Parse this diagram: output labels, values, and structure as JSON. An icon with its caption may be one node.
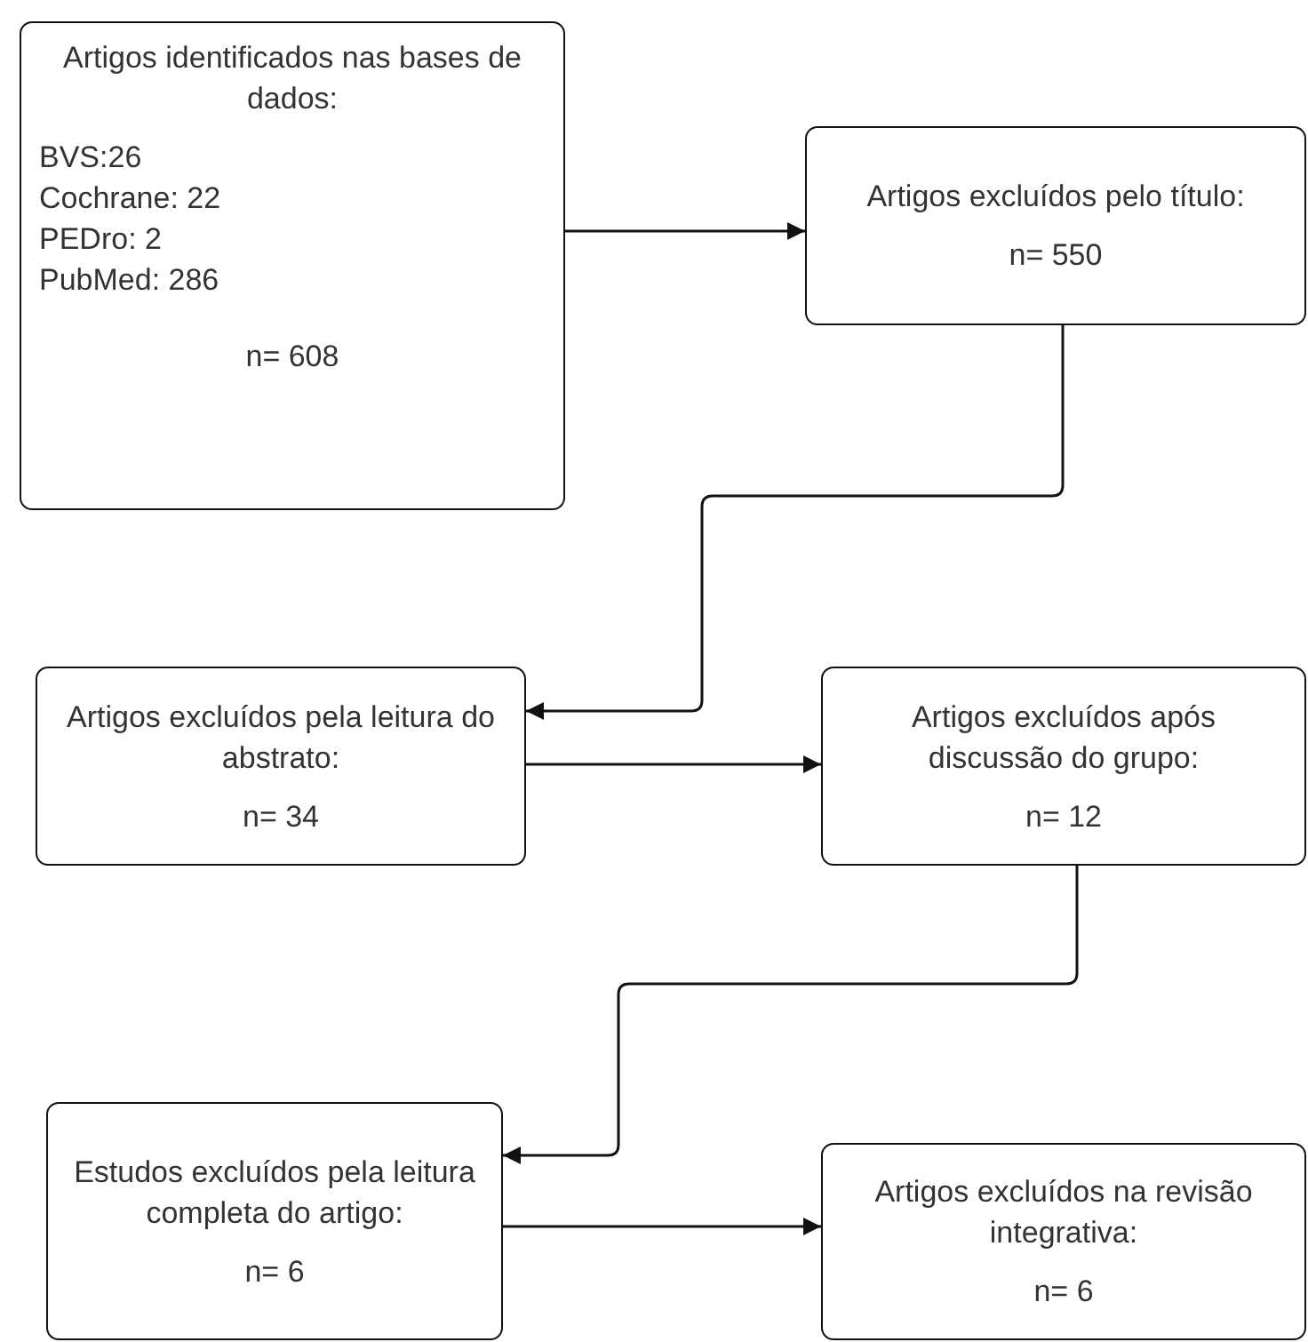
{
  "diagram": {
    "nodes": [
      {
        "text": [
          "Artigos identificados nas bases de dados:",
          "BVS:26",
          "Cochrane: 22",
          "PEDro: 2",
          "PubMed: 286",
          "n= 608"
        ]
      },
      {
        "text": [
          "Artigos excluídos pelo título:",
          "n= 550"
        ]
      },
      {
        "text": [
          "Artigos excluídos pela leitura do abstrato:",
          "n= 34"
        ]
      },
      {
        "text": [
          "Artigos excluídos após discussão do grupo:",
          "n= 12"
        ]
      },
      {
        "text": [
          "Estudos excluídos pela leitura completa do artigo:",
          "n= 6"
        ]
      },
      {
        "text": [
          "Artigos excluídos na revisão integrativa:",
          "n= 6"
        ]
      }
    ],
    "edges": [
      {
        "from": 0,
        "to": 1,
        "arrow": "to"
      },
      {
        "from": 1,
        "to": 2,
        "arrow": "to"
      },
      {
        "from": 2,
        "to": 3,
        "arrow": "to"
      },
      {
        "from": 3,
        "to": 4,
        "arrow": "to"
      },
      {
        "from": 4,
        "to": 5,
        "arrow": "to"
      }
    ]
  }
}
